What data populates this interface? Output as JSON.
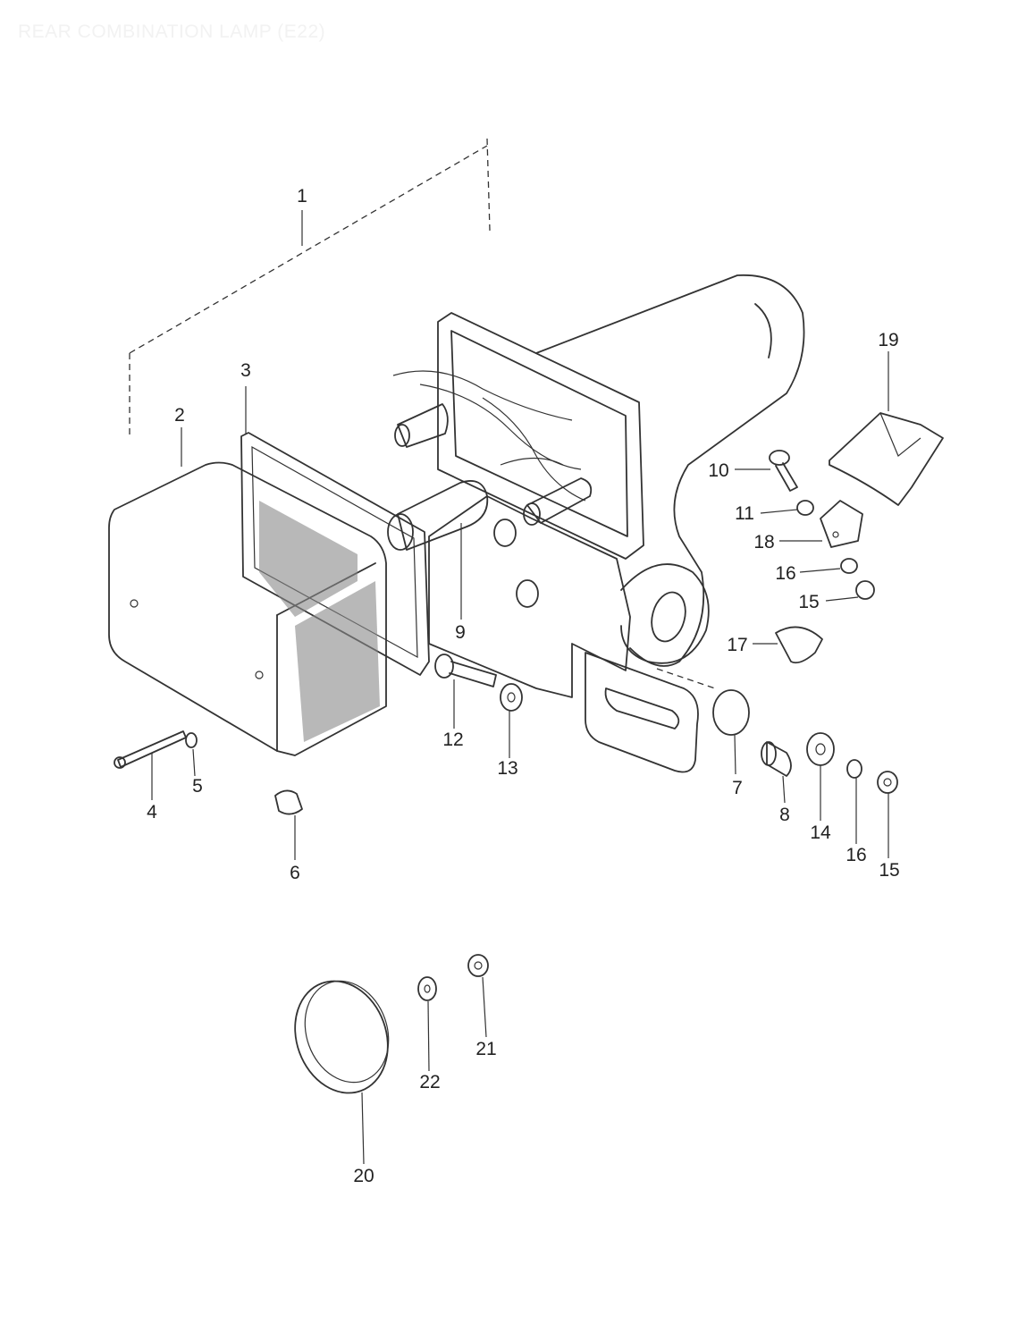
{
  "title": "REAR COMBINATION LAMP (E22)",
  "callouts": [
    {
      "id": "c1",
      "text": "1"
    },
    {
      "id": "c2",
      "text": "2"
    },
    {
      "id": "c3",
      "text": "3"
    },
    {
      "id": "c4",
      "text": "4"
    },
    {
      "id": "c5",
      "text": "5"
    },
    {
      "id": "c6",
      "text": "6"
    },
    {
      "id": "c7",
      "text": "7"
    },
    {
      "id": "c8",
      "text": "8"
    },
    {
      "id": "c9",
      "text": "9"
    },
    {
      "id": "c10",
      "text": "10"
    },
    {
      "id": "c11",
      "text": "11"
    },
    {
      "id": "c12",
      "text": "12"
    },
    {
      "id": "c13",
      "text": "13"
    },
    {
      "id": "c14",
      "text": "14"
    },
    {
      "id": "c15a",
      "text": "15"
    },
    {
      "id": "c15b",
      "text": "15"
    },
    {
      "id": "c16a",
      "text": "16"
    },
    {
      "id": "c16b",
      "text": "16"
    },
    {
      "id": "c17",
      "text": "17"
    },
    {
      "id": "c18",
      "text": "18"
    },
    {
      "id": "c19",
      "text": "19"
    },
    {
      "id": "c20",
      "text": "20"
    },
    {
      "id": "c21",
      "text": "21"
    },
    {
      "id": "c22",
      "text": "22"
    }
  ]
}
